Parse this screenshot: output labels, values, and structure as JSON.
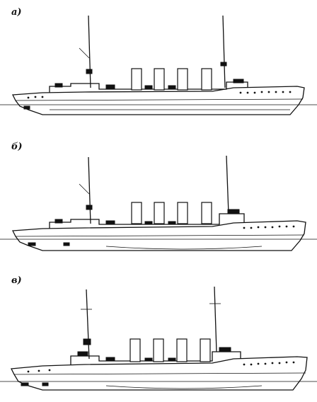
{
  "figure": {
    "panels": [
      {
        "label": "а)"
      },
      {
        "label": "б)"
      },
      {
        "label": "в)"
      }
    ]
  }
}
